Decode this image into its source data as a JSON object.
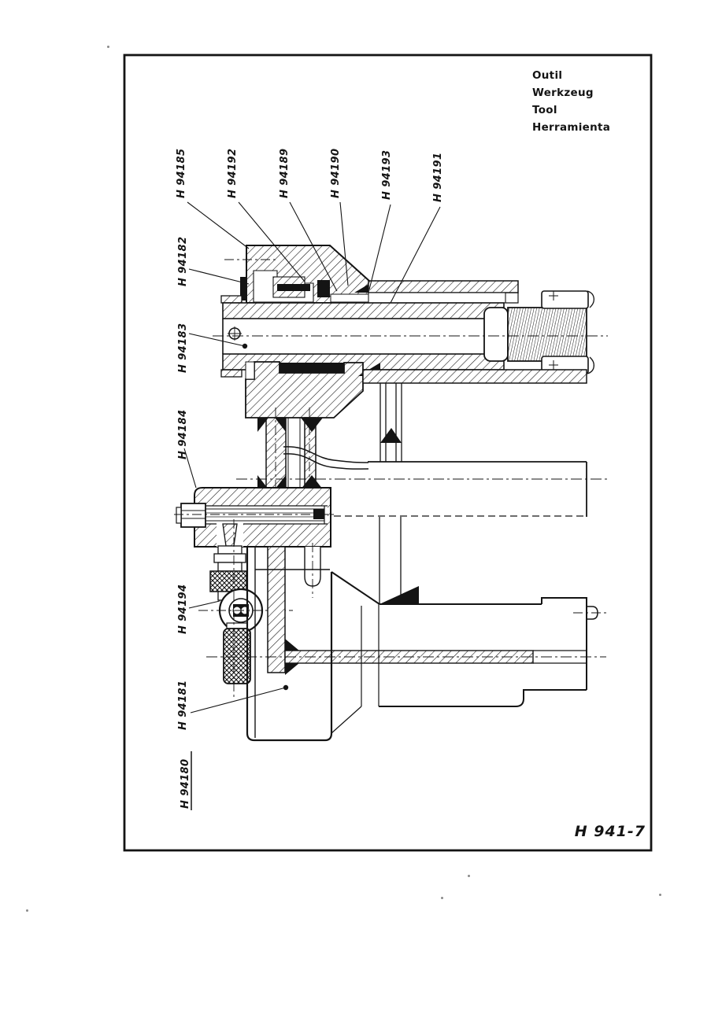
{
  "colors": {
    "ink": "#141414",
    "paper": "#ffffff"
  },
  "title_block": {
    "lines": [
      "Outil",
      "Werkzeug",
      "Tool",
      "Herramienta"
    ]
  },
  "drawing_number": "H 941-7",
  "part_labels": [
    {
      "text": "H 94185"
    },
    {
      "text": "H 94192"
    },
    {
      "text": "H 94189"
    },
    {
      "text": "H 94190"
    },
    {
      "text": "H 94193"
    },
    {
      "text": "H 94191"
    },
    {
      "text": "H 94182"
    },
    {
      "text": "H 94183"
    },
    {
      "text": "H 94184"
    },
    {
      "text": "H 94194"
    },
    {
      "text": "H 94181"
    },
    {
      "text": "H 94180",
      "underlined": true
    }
  ]
}
